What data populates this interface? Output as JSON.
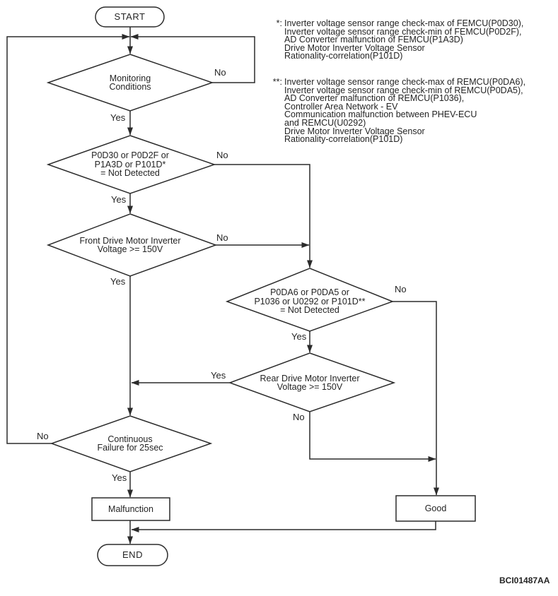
{
  "flowchart": {
    "nodes": {
      "start": {
        "label": "START",
        "type": "terminal"
      },
      "monitoring": {
        "label": "Monitoring\nConditions",
        "type": "decision"
      },
      "dtc_front": {
        "label": "P0D30 or P0D2F or\nP1A3D or P101D*\n= Not Detected",
        "type": "decision"
      },
      "front_voltage": {
        "label": "Front Drive Motor Inverter\nVoltage >= 150V",
        "type": "decision"
      },
      "dtc_rear": {
        "label": "P0DA6 or P0DA5 or\nP1036 or U0292 or P101D**\n= Not Detected",
        "type": "decision"
      },
      "rear_voltage": {
        "label": "Rear Drive Motor Inverter\nVoltage >= 150V",
        "type": "decision"
      },
      "continuous": {
        "label": "Continuous\nFailure for 25sec",
        "type": "decision"
      },
      "malfunction": {
        "label": "Malfunction",
        "type": "process"
      },
      "good": {
        "label": "Good",
        "type": "process"
      },
      "end": {
        "label": "END",
        "type": "terminal"
      }
    },
    "edge_labels": {
      "monitoring_no": "No",
      "monitoring_yes": "Yes",
      "dtc_front_no": "No",
      "dtc_front_yes": "Yes",
      "front_voltage_no": "No",
      "front_voltage_yes": "Yes",
      "dtc_rear_no": "No",
      "dtc_rear_yes": "Yes",
      "rear_voltage_yes": "Yes",
      "rear_voltage_no": "No",
      "continuous_no": "No",
      "continuous_yes": "Yes"
    },
    "notes": [
      {
        "marker": "*:",
        "text": "Inverter voltage sensor range check-max of FEMCU(P0D30),\nInverter voltage sensor range check-min of FEMCU(P0D2F),\nAD Converter malfunction of FEMCU(P1A3D)\nDrive Motor Inverter Voltage Sensor\nRationality-correlation(P101D)"
      },
      {
        "marker": "**:",
        "text": "Inverter voltage sensor range check-max of REMCU(P0DA6),\nInverter voltage sensor range check-min of REMCU(P0DA5),\nAD Converter malfunction of REMCU(P1036),\nController Area Network - EV\nCommunication malfunction between PHEV-ECU\nand REMCU(U0292)\nDrive Motor Inverter Voltage Sensor\nRationality-correlation(P101D)"
      }
    ],
    "figure_code": "BCI01487AA",
    "colors": {
      "line": "#2b2b2b",
      "shape_fill": "#ffffff",
      "text": "#242424"
    }
  }
}
